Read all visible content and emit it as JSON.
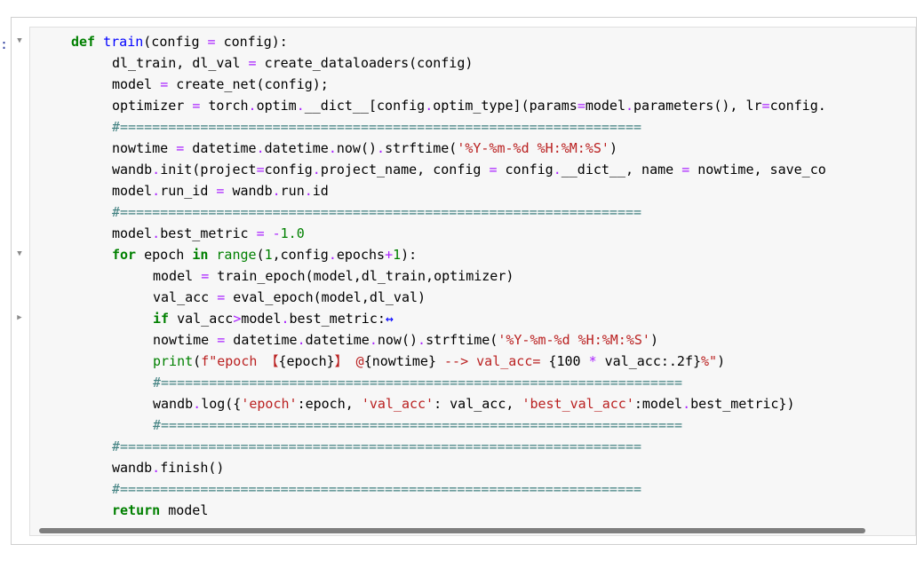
{
  "prompt_marker": ":",
  "fold_markers": [
    {
      "glyph": "▼",
      "line": 0
    },
    {
      "glyph": "▼",
      "line": 10
    },
    {
      "glyph": "▶",
      "line": 13
    }
  ],
  "code_lines": [
    {
      "indent": 0,
      "tokens": [
        {
          "t": "def",
          "c": "kw"
        },
        {
          "t": " "
        },
        {
          "t": "train",
          "c": "def"
        },
        {
          "t": "(config "
        },
        {
          "t": "=",
          "c": "op"
        },
        {
          "t": " config):"
        }
      ]
    },
    {
      "indent": 1,
      "tokens": [
        {
          "t": "dl_train, dl_val "
        },
        {
          "t": "=",
          "c": "op"
        },
        {
          "t": " create_dataloaders(config)"
        }
      ]
    },
    {
      "indent": 1,
      "tokens": [
        {
          "t": "model "
        },
        {
          "t": "=",
          "c": "op"
        },
        {
          "t": " create_net(config);"
        }
      ]
    },
    {
      "indent": 1,
      "tokens": [
        {
          "t": "optimizer "
        },
        {
          "t": "=",
          "c": "op"
        },
        {
          "t": " torch"
        },
        {
          "t": ".",
          "c": "op"
        },
        {
          "t": "optim"
        },
        {
          "t": ".",
          "c": "op"
        },
        {
          "t": "__dict__[config"
        },
        {
          "t": ".",
          "c": "op"
        },
        {
          "t": "optim_type](params"
        },
        {
          "t": "=",
          "c": "op"
        },
        {
          "t": "model"
        },
        {
          "t": ".",
          "c": "op"
        },
        {
          "t": "parameters(), lr"
        },
        {
          "t": "=",
          "c": "op"
        },
        {
          "t": "config."
        }
      ]
    },
    {
      "indent": 1,
      "tokens": [
        {
          "t": "#=================================================================",
          "c": "cm"
        }
      ]
    },
    {
      "indent": 1,
      "tokens": [
        {
          "t": "nowtime "
        },
        {
          "t": "=",
          "c": "op"
        },
        {
          "t": " datetime"
        },
        {
          "t": ".",
          "c": "op"
        },
        {
          "t": "datetime"
        },
        {
          "t": ".",
          "c": "op"
        },
        {
          "t": "now()"
        },
        {
          "t": ".",
          "c": "op"
        },
        {
          "t": "strftime("
        },
        {
          "t": "'%Y-%m-%d %H:%M:%S'",
          "c": "str"
        },
        {
          "t": ")"
        }
      ]
    },
    {
      "indent": 1,
      "tokens": [
        {
          "t": "wandb"
        },
        {
          "t": ".",
          "c": "op"
        },
        {
          "t": "init(project"
        },
        {
          "t": "=",
          "c": "op"
        },
        {
          "t": "config"
        },
        {
          "t": ".",
          "c": "op"
        },
        {
          "t": "project_name, config "
        },
        {
          "t": "=",
          "c": "op"
        },
        {
          "t": " config"
        },
        {
          "t": ".",
          "c": "op"
        },
        {
          "t": "__dict__, name "
        },
        {
          "t": "=",
          "c": "op"
        },
        {
          "t": " nowtime, save_co"
        }
      ]
    },
    {
      "indent": 1,
      "tokens": [
        {
          "t": "model"
        },
        {
          "t": ".",
          "c": "op"
        },
        {
          "t": "run_id "
        },
        {
          "t": "=",
          "c": "op"
        },
        {
          "t": " wandb"
        },
        {
          "t": ".",
          "c": "op"
        },
        {
          "t": "run"
        },
        {
          "t": ".",
          "c": "op"
        },
        {
          "t": "id"
        }
      ]
    },
    {
      "indent": 1,
      "tokens": [
        {
          "t": "#=================================================================",
          "c": "cm"
        }
      ]
    },
    {
      "indent": 1,
      "tokens": [
        {
          "t": "model"
        },
        {
          "t": ".",
          "c": "op"
        },
        {
          "t": "best_metric "
        },
        {
          "t": "=",
          "c": "op"
        },
        {
          "t": " "
        },
        {
          "t": "-",
          "c": "op"
        },
        {
          "t": "1.0",
          "c": "num"
        }
      ]
    },
    {
      "indent": 1,
      "tokens": [
        {
          "t": "for",
          "c": "kw"
        },
        {
          "t": " epoch "
        },
        {
          "t": "in",
          "c": "kw"
        },
        {
          "t": " "
        },
        {
          "t": "range",
          "c": "bi"
        },
        {
          "t": "("
        },
        {
          "t": "1",
          "c": "num"
        },
        {
          "t": ",config"
        },
        {
          "t": ".",
          "c": "op"
        },
        {
          "t": "epochs"
        },
        {
          "t": "+",
          "c": "op"
        },
        {
          "t": "1",
          "c": "num"
        },
        {
          "t": "):"
        }
      ]
    },
    {
      "indent": 2,
      "tokens": [
        {
          "t": "model "
        },
        {
          "t": "=",
          "c": "op"
        },
        {
          "t": " train_epoch(model,dl_train,optimizer)"
        }
      ]
    },
    {
      "indent": 2,
      "tokens": [
        {
          "t": "val_acc "
        },
        {
          "t": "=",
          "c": "op"
        },
        {
          "t": " eval_epoch(model,dl_val)"
        }
      ]
    },
    {
      "indent": 2,
      "tokens": [
        {
          "t": "if",
          "c": "kw"
        },
        {
          "t": " val_acc"
        },
        {
          "t": ">",
          "c": "op"
        },
        {
          "t": "model"
        },
        {
          "t": ".",
          "c": "op"
        },
        {
          "t": "best_metric:"
        },
        {
          "t": "↔",
          "c": "arrow"
        }
      ]
    },
    {
      "indent": 2,
      "tokens": [
        {
          "t": "nowtime "
        },
        {
          "t": "=",
          "c": "op"
        },
        {
          "t": " datetime"
        },
        {
          "t": ".",
          "c": "op"
        },
        {
          "t": "datetime"
        },
        {
          "t": ".",
          "c": "op"
        },
        {
          "t": "now()"
        },
        {
          "t": ".",
          "c": "op"
        },
        {
          "t": "strftime("
        },
        {
          "t": "'%Y-%m-%d %H:%M:%S'",
          "c": "str"
        },
        {
          "t": ")"
        }
      ]
    },
    {
      "indent": 2,
      "tokens": [
        {
          "t": "print",
          "c": "bi"
        },
        {
          "t": "("
        },
        {
          "t": "f\"epoch 【",
          "c": "str"
        },
        {
          "t": "{epoch}"
        },
        {
          "t": "】 @",
          "c": "str"
        },
        {
          "t": "{nowtime}"
        },
        {
          "t": " --> val_acc= ",
          "c": "str"
        },
        {
          "t": "{100 "
        },
        {
          "t": "*",
          "c": "op"
        },
        {
          "t": " val_acc:.2f}"
        },
        {
          "t": "%\"",
          "c": "str"
        },
        {
          "t": ")"
        }
      ]
    },
    {
      "indent": 2,
      "tokens": [
        {
          "t": "#=================================================================",
          "c": "cm"
        }
      ]
    },
    {
      "indent": 2,
      "tokens": [
        {
          "t": "wandb"
        },
        {
          "t": ".",
          "c": "op"
        },
        {
          "t": "log({"
        },
        {
          "t": "'epoch'",
          "c": "str"
        },
        {
          "t": ":epoch, "
        },
        {
          "t": "'val_acc'",
          "c": "str"
        },
        {
          "t": ": val_acc, "
        },
        {
          "t": "'best_val_acc'",
          "c": "str"
        },
        {
          "t": ":model"
        },
        {
          "t": ".",
          "c": "op"
        },
        {
          "t": "best_metric})"
        }
      ]
    },
    {
      "indent": 2,
      "tokens": [
        {
          "t": "#=================================================================",
          "c": "cm"
        }
      ]
    },
    {
      "indent": 1,
      "tokens": [
        {
          "t": "#=================================================================",
          "c": "cm"
        }
      ]
    },
    {
      "indent": 1,
      "tokens": [
        {
          "t": "wandb"
        },
        {
          "t": ".",
          "c": "op"
        },
        {
          "t": "finish()"
        }
      ]
    },
    {
      "indent": 1,
      "tokens": [
        {
          "t": "#=================================================================",
          "c": "cm"
        }
      ]
    },
    {
      "indent": 1,
      "tokens": [
        {
          "t": "return",
          "c": "kw"
        },
        {
          "t": " model"
        }
      ]
    }
  ]
}
